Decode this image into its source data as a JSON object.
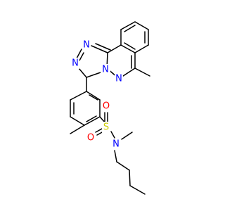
{
  "molecule": {
    "atoms": [
      {
        "id": "n1",
        "label": "N",
        "color": "#0000FF"
      },
      {
        "id": "n2",
        "label": "N",
        "color": "#0000FF"
      },
      {
        "id": "n3",
        "label": "N",
        "color": "#0000FF"
      },
      {
        "id": "n4",
        "label": "N",
        "color": "#0000FF"
      },
      {
        "id": "s1",
        "label": "S",
        "color": "#CCCC00"
      },
      {
        "id": "o1",
        "label": "O",
        "color": "#FF0000"
      },
      {
        "id": "o2",
        "label": "O",
        "color": "#FF0000"
      },
      {
        "id": "n5",
        "label": "N",
        "color": "#0000FF"
      }
    ],
    "bond_color": "#000000"
  }
}
